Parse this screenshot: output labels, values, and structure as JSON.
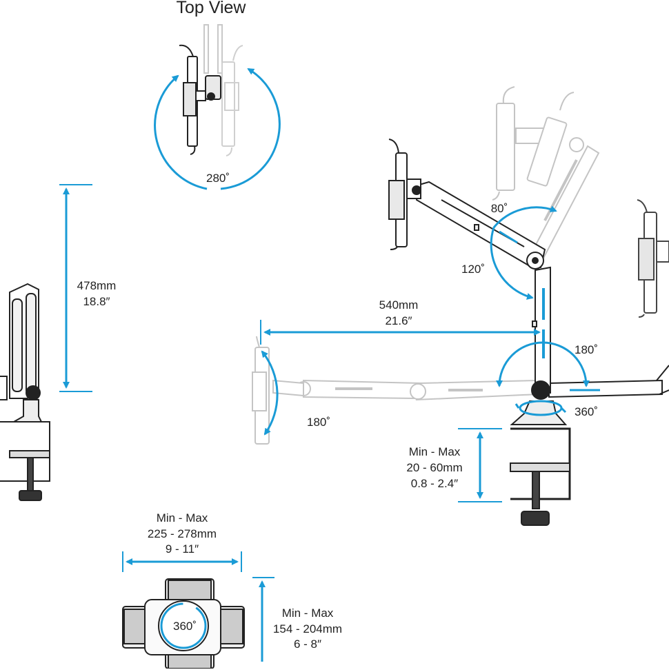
{
  "top_view": {
    "title": "Top View",
    "rotation": "280˚"
  },
  "height_dim": {
    "mm": "478mm",
    "in": "18.8″"
  },
  "reach_dim": {
    "mm": "540mm",
    "in": "21.6″"
  },
  "angles": {
    "upper_up": "80˚",
    "upper_down": "120˚",
    "pole_swing": "180˚",
    "tilt": "180˚",
    "base_swivel": "360˚"
  },
  "clamp_dim": {
    "head": "Min - Max",
    "mm": "20 - 60mm",
    "in": "0.8 - 2.4″"
  },
  "holder_width": {
    "head": "Min - Max",
    "mm": "225 - 278mm",
    "in": "9 - 11″"
  },
  "holder_height": {
    "head": "Min - Max",
    "mm": "154 - 204mm",
    "in": "6 - 8″"
  },
  "holder_rotation": "360˚",
  "colors": {
    "accent": "#1a9bd6",
    "line": "#222222",
    "ghost": "#c4c4c4"
  }
}
